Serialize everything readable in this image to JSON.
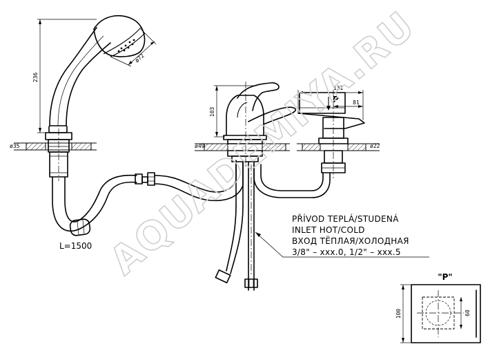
{
  "dimensions": {
    "shower_length": "236",
    "shower_head_dia": "ø72",
    "hole_left": "ø35",
    "hole_center": "ø49",
    "hole_right": "ø22",
    "mixer_height": "103",
    "lever_width": "131",
    "lever_offset": "81",
    "detail_height": "100",
    "detail_inner": "60"
  },
  "labels": {
    "hose_length": "L=1500",
    "view_marker": "P",
    "detail_title": "\"P\""
  },
  "note_lines": [
    "PŘÍVOD TEPLÁ/STUDENÁ",
    "INLET HOT/COLD",
    "ВХОД ТЁПЛАЯ/ХОЛОДНАЯ",
    "3/8\" – xxx.0, 1/2\" – xxx.5"
  ],
  "watermark": "AQUADEMIYA.RU"
}
